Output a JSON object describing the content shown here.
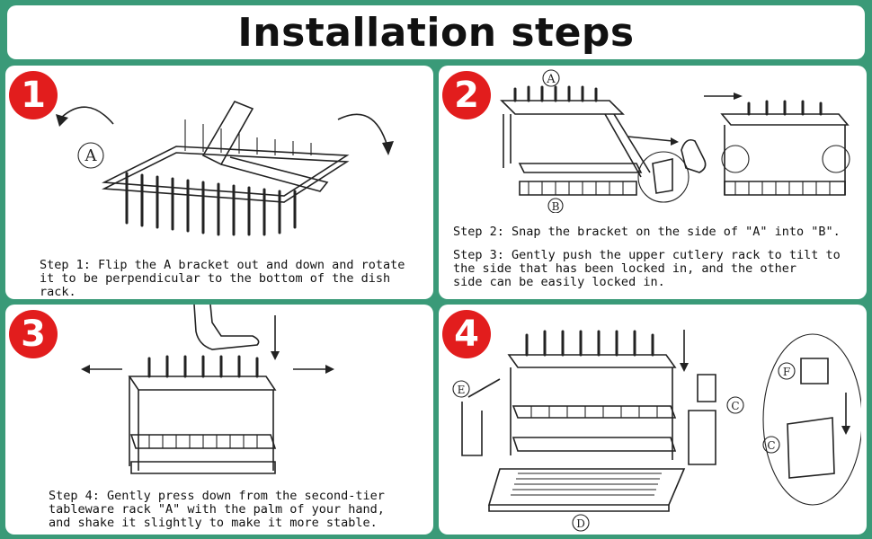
{
  "title": "Installation steps",
  "steps": [
    {
      "number": "1",
      "label_a": "A",
      "caption": "Step 1: Flip the A bracket out and down and rotate\nit to be perpendicular to the bottom of the dish rack."
    },
    {
      "number": "2",
      "label_a": "A",
      "label_b": "B",
      "caption_a": "Step 2: Snap the bracket on the side of \"A\" into \"B\".",
      "caption_b": "Step 3: Gently push the upper cutlery rack to tilt to\nthe side that has been locked in, and the other\nside can be easily locked in."
    },
    {
      "number": "3",
      "caption": "Step 4: Gently press down from the second-tier\ntableware rack \"A\" with the palm of your hand,\nand shake it slightly to make it more stable."
    },
    {
      "number": "4",
      "label_e": "E",
      "label_c": "C",
      "label_f": "F",
      "label_c2": "C",
      "label_d": "D"
    }
  ],
  "colors": {
    "background": "#3a9a78",
    "badge": "#e21d1d",
    "panel": "#ffffff"
  }
}
